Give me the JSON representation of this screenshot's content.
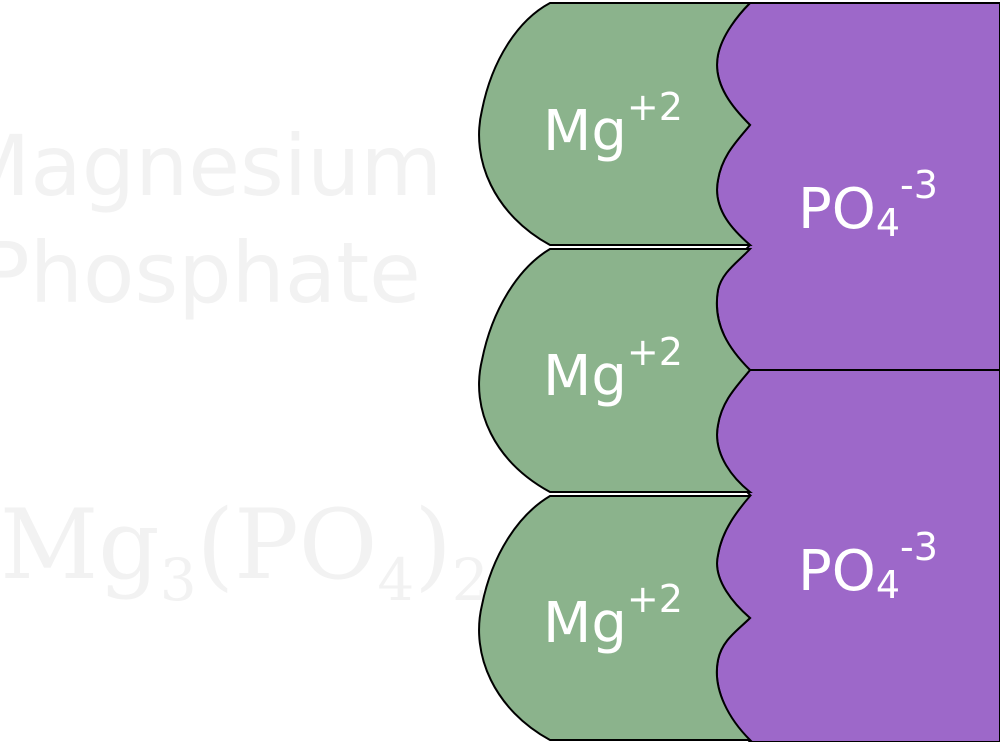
{
  "title": {
    "line1": "Magnesium",
    "line2": "Phosphate"
  },
  "formula": {
    "element1": "Mg",
    "element1_subscript": "3",
    "open_paren": "(",
    "group": "PO",
    "group_subscript": "4",
    "close_paren": ")",
    "group_count": "2"
  },
  "cations": [
    {
      "symbol": "Mg",
      "charge": "+2"
    },
    {
      "symbol": "Mg",
      "charge": "+2"
    },
    {
      "symbol": "Mg",
      "charge": "+2"
    }
  ],
  "anions": [
    {
      "symbol": "PO",
      "subscript": "4",
      "charge": "-3"
    },
    {
      "symbol": "PO",
      "subscript": "4",
      "charge": "-3"
    }
  ],
  "colors": {
    "cation_fill": "#8bb38c",
    "anion_fill": "#9d68c9",
    "outline": "#000000",
    "faded_text": "#f2f2f2",
    "ion_text": "#ffffff"
  }
}
